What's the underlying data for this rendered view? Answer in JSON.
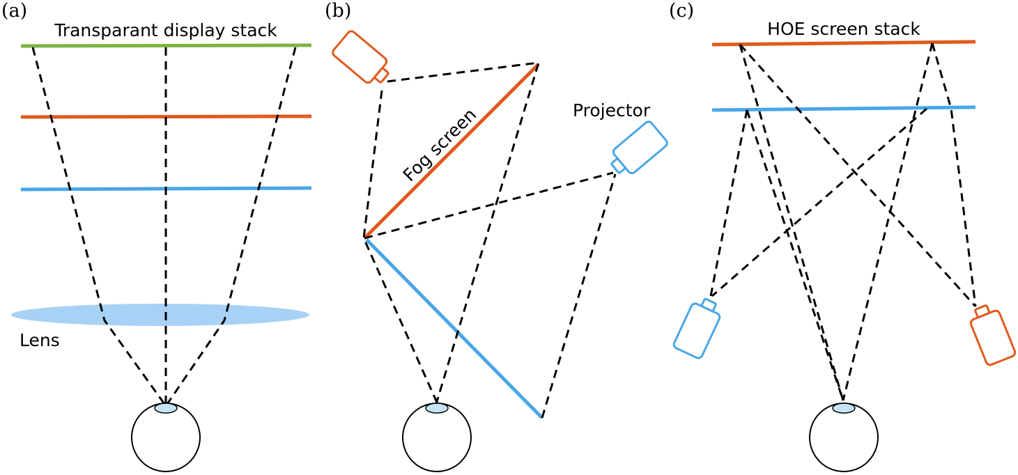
{
  "panels": [
    {
      "letter": "(a)",
      "title": "Transparant display stack",
      "lens_label": "Lens"
    },
    {
      "letter": "(b)",
      "screen_label": "Fog screen",
      "projector_label": "Projector"
    },
    {
      "letter": "(c)",
      "title": "HOE screen stack"
    }
  ],
  "colors": {
    "green": "#7cb342",
    "orange": "#e05a1c",
    "blue": "#4aa6e6",
    "lens": "#a8d2f5",
    "cornea": "#c6e4f5",
    "dash": "#000000"
  }
}
